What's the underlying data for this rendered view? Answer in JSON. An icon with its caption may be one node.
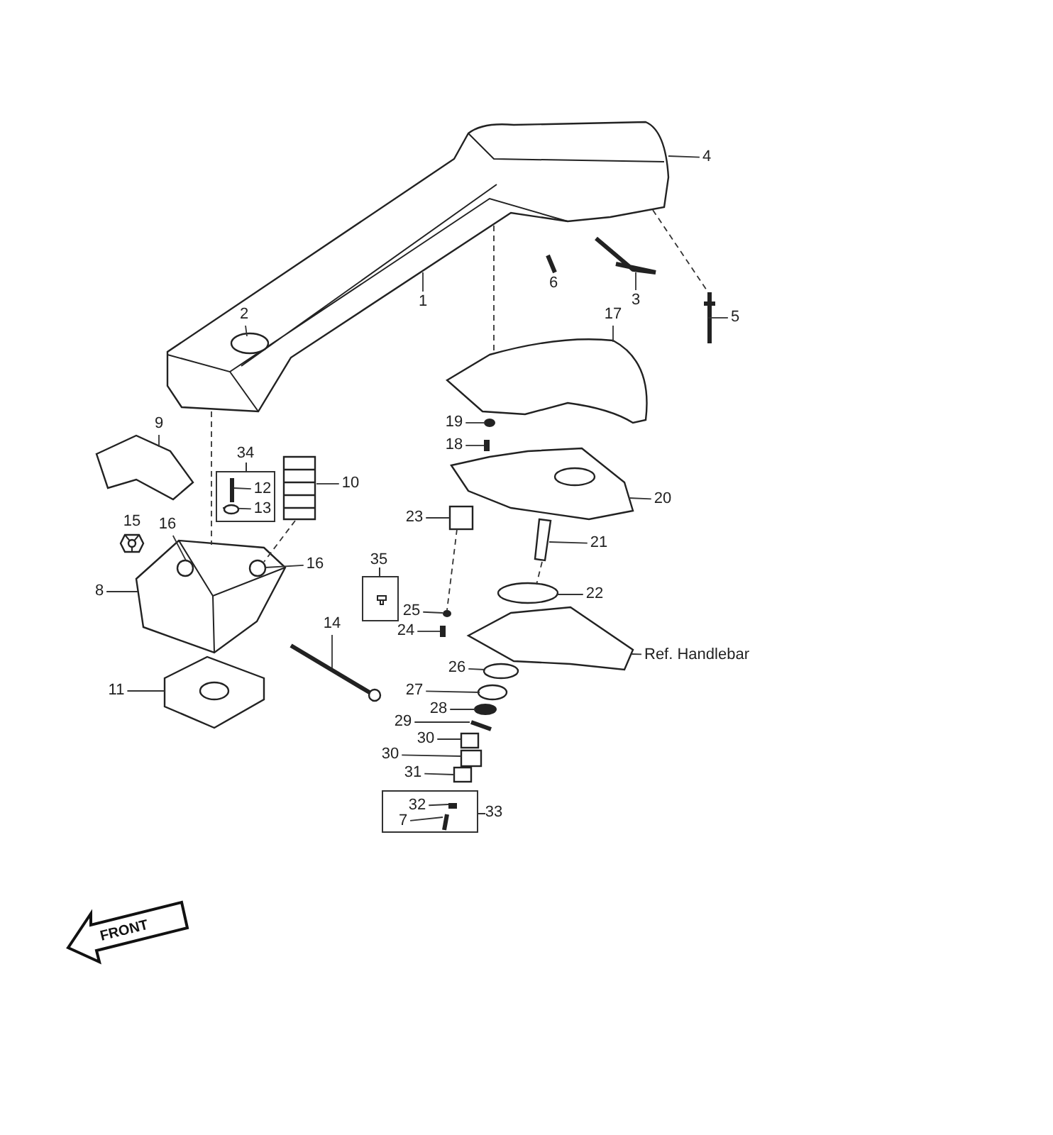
{
  "diagram": {
    "nodes": [
      {
        "text": [
          "4"
        ]
      },
      {
        "text": [
          "1"
        ]
      },
      {
        "text": [
          "2"
        ],
        "in": 36
      },
      {
        "text": [
          "3"
        ]
      },
      {
        "text": [
          "5"
        ]
      },
      {
        "text": [
          "17"
        ]
      },
      {
        "text": [
          "19"
        ]
      },
      {
        "text": [
          "18"
        ]
      },
      {
        "text": [
          "9"
        ]
      },
      {
        "text": [
          "34"
        ]
      },
      {
        "text": [
          "12"
        ],
        "in": 9
      },
      {
        "text": [
          "13"
        ],
        "in": 9
      },
      {
        "text": [
          "10"
        ]
      },
      {
        "text": [
          "20"
        ]
      },
      {
        "text": [
          "16"
        ]
      },
      {
        "text": [
          "23"
        ]
      },
      {
        "text": [
          "21"
        ]
      },
      {
        "text": [
          "16"
        ]
      },
      {
        "text": [
          "35"
        ]
      },
      {
        "text": [
          "8"
        ]
      },
      {
        "text": [
          "22"
        ]
      },
      {
        "text": [
          "25"
        ]
      },
      {
        "text": [
          "14"
        ]
      },
      {
        "text": [
          "24"
        ]
      },
      {
        "text": [
          "Ref. Handlebar"
        ]
      },
      {
        "text": [
          "26"
        ]
      },
      {
        "text": [
          "27"
        ]
      },
      {
        "text": [
          "11"
        ]
      },
      {
        "text": [
          "28"
        ]
      },
      {
        "text": [
          "29"
        ]
      },
      {
        "text": [
          "30"
        ]
      },
      {
        "text": [
          "30"
        ]
      },
      {
        "text": [
          "31"
        ]
      },
      {
        "text": [
          "33"
        ]
      },
      {
        "text": [
          "32"
        ],
        "in": 33
      },
      {
        "text": [
          "7"
        ],
        "in": 33
      },
      {
        "text": [],
        "shape": "picture"
      },
      {
        "text": [],
        "shape": "circle",
        "in": 36
      },
      {
        "text": [],
        "shape": "picture"
      },
      {
        "text": [],
        "shape": "picture"
      },
      {
        "text": [],
        "shape": "picture"
      },
      {
        "text": [],
        "shape": "circle"
      },
      {
        "text": [],
        "shape": "bar"
      },
      {
        "text": [],
        "shape": "picture"
      },
      {
        "text": [],
        "shape": "bar",
        "in": 9
      },
      {
        "text": [],
        "shape": "circle",
        "in": 9
      },
      {
        "text": [],
        "shape": "picture"
      },
      {
        "text": [],
        "shape": "picture"
      },
      {
        "text": [],
        "shape": "picture"
      },
      {
        "text": [],
        "shape": "circle",
        "in": 48
      },
      {
        "text": [],
        "shape": "box"
      },
      {
        "text": [],
        "shape": "bar"
      },
      {
        "text": [],
        "shape": "circle",
        "in": 48
      },
      {
        "text": [],
        "shape": "circle"
      },
      {
        "text": [],
        "shape": "circle"
      },
      {
        "text": [],
        "shape": "picture"
      },
      {
        "text": [],
        "shape": "bar"
      },
      {
        "text": [],
        "shape": "picture"
      },
      {
        "text": [],
        "shape": "circle"
      },
      {
        "text": [],
        "shape": "circle"
      },
      {
        "text": [],
        "shape": "picture"
      },
      {
        "text": [],
        "shape": "circle"
      },
      {
        "text": [],
        "shape": "bar"
      },
      {
        "text": [],
        "shape": "box"
      },
      {
        "text": [],
        "shape": "box"
      },
      {
        "text": [],
        "shape": "box"
      },
      {
        "text": [],
        "shape": "bar",
        "in": 33
      },
      {
        "text": [],
        "shape": "bar",
        "in": 33
      },
      {
        "text": [],
        "shape": "picture",
        "beside": [
          "6"
        ]
      },
      {
        "text": [],
        "shape": "picture",
        "beside": [
          "15"
        ]
      }
    ],
    "edges": [
      {
        "from": 0,
        "to": 36,
        "arrow": "none"
      },
      {
        "from": 1,
        "to": 36,
        "arrow": "none"
      },
      {
        "from": 2,
        "to": 37,
        "arrow": "none"
      },
      {
        "from": 3,
        "to": 38,
        "arrow": "none"
      },
      {
        "from": 4,
        "to": 39,
        "arrow": "none"
      },
      {
        "from": 5,
        "to": 40,
        "arrow": "none"
      },
      {
        "from": 6,
        "to": 41,
        "arrow": "none"
      },
      {
        "from": 7,
        "to": 42,
        "arrow": "none"
      },
      {
        "from": 8,
        "to": 43,
        "arrow": "none"
      },
      {
        "from": 10,
        "to": 44,
        "arrow": "none"
      },
      {
        "from": 11,
        "to": 45,
        "arrow": "none"
      },
      {
        "from": 12,
        "to": 46,
        "arrow": "none"
      },
      {
        "from": 13,
        "to": 47,
        "arrow": "none"
      },
      {
        "from": 14,
        "to": 49,
        "arrow": "none"
      },
      {
        "from": 15,
        "to": 50,
        "arrow": "none"
      },
      {
        "from": 16,
        "to": 51,
        "arrow": "none"
      },
      {
        "from": 17,
        "to": 52,
        "arrow": "none"
      },
      {
        "from": 19,
        "to": 48,
        "arrow": "none"
      },
      {
        "from": 20,
        "to": 53,
        "arrow": "none"
      },
      {
        "from": 21,
        "to": 54,
        "arrow": "none"
      },
      {
        "from": 22,
        "to": 55,
        "arrow": "none"
      },
      {
        "from": 23,
        "to": 56,
        "arrow": "none"
      },
      {
        "from": 24,
        "to": 57,
        "arrow": "none"
      },
      {
        "from": 25,
        "to": 58,
        "arrow": "none"
      },
      {
        "from": 26,
        "to": 59,
        "arrow": "none"
      },
      {
        "from": 27,
        "to": 60,
        "arrow": "none"
      },
      {
        "from": 28,
        "to": 61,
        "arrow": "none"
      },
      {
        "from": 29,
        "to": 62,
        "arrow": "none"
      },
      {
        "from": 30,
        "to": 63,
        "arrow": "none"
      },
      {
        "from": 31,
        "to": 64,
        "arrow": "none"
      },
      {
        "from": 32,
        "to": 65,
        "arrow": "none"
      },
      {
        "from": 34,
        "to": 66,
        "arrow": "none"
      },
      {
        "from": 35,
        "to": 67,
        "arrow": "none"
      },
      {
        "from": 36,
        "to": 48,
        "arrow": "none",
        "style": "dashed"
      },
      {
        "from": 36,
        "to": 40,
        "arrow": "none",
        "style": "dashed"
      },
      {
        "from": 36,
        "to": 39,
        "arrow": "none",
        "style": "dashed"
      },
      {
        "from": 50,
        "to": 54,
        "arrow": "none",
        "style": "dashed"
      },
      {
        "from": 51,
        "to": 53,
        "arrow": "none",
        "style": "dashed"
      },
      {
        "from": 46,
        "to": 52,
        "arrow": "none",
        "style": "dashed"
      }
    ],
    "labels": [
      "FRONT"
    ]
  }
}
